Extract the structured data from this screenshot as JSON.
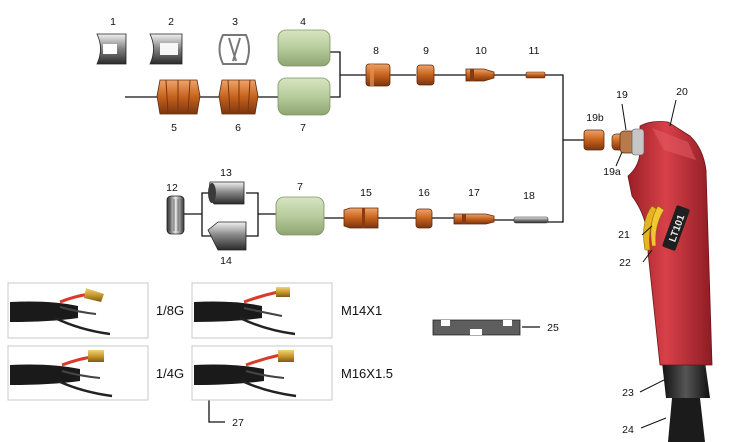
{
  "parts": {
    "p1": "1",
    "p2": "2",
    "p3": "3",
    "p4": "4",
    "p5": "5",
    "p6": "6",
    "p7a": "7",
    "p7b": "7",
    "p8": "8",
    "p9": "9",
    "p10": "10",
    "p11": "11",
    "p12": "12",
    "p13": "13",
    "p14": "14",
    "p15": "15",
    "p16": "16",
    "p17": "17",
    "p18": "18",
    "p19": "19",
    "p19a": "19a",
    "p19b": "19b",
    "p20": "20",
    "p21": "21",
    "p22": "22",
    "p23": "23",
    "p24": "24",
    "p25": "25",
    "p27": "27"
  },
  "connectors": {
    "size_small": "1/8G",
    "size_large": "1/4G",
    "thread_small": "M14X1",
    "thread_large": "M16X1.5"
  },
  "torch_marking": "LT101",
  "colors": {
    "copper": "#c5621c",
    "ceramic": "#b7cc9c",
    "torch_red": "#c8323a",
    "handle_black": "#222222",
    "wire_red": "#d93a2a"
  }
}
